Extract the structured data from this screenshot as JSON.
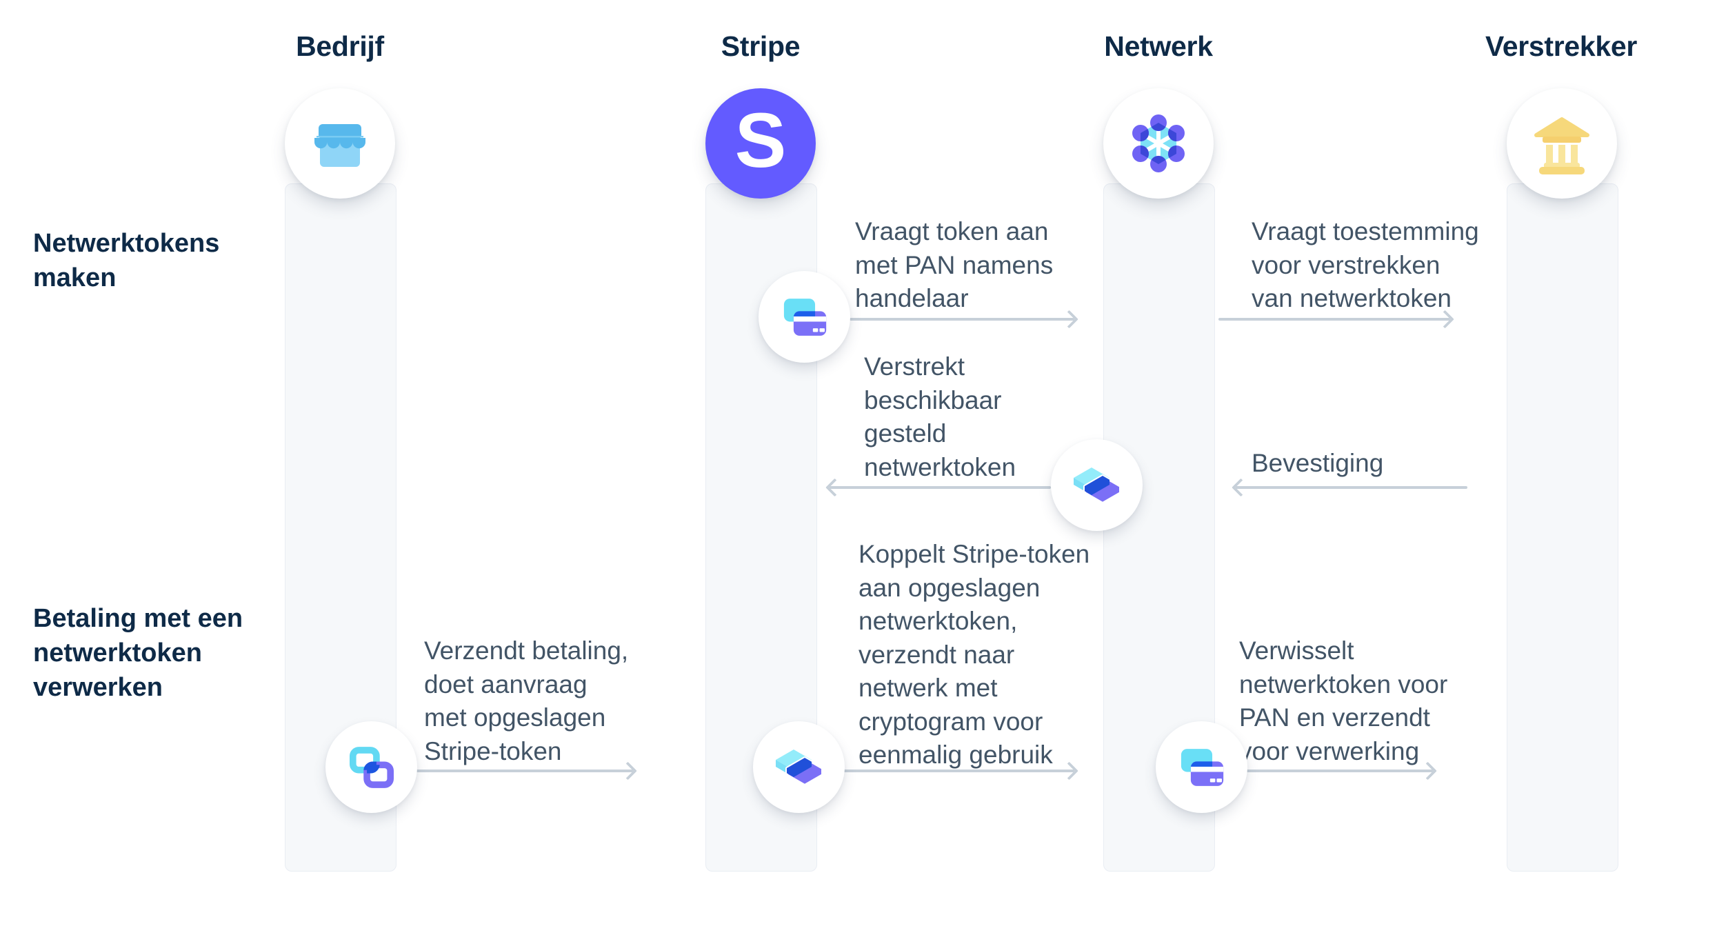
{
  "phases": {
    "create": {
      "label": "Netwerktokens\nmaken"
    },
    "process": {
      "label": "Betaling met een\nnetwerktoken\nverwerken"
    }
  },
  "actors": {
    "bedrijf": {
      "label": "Bedrijf",
      "icon": "storefront-icon"
    },
    "stripe": {
      "label": "Stripe",
      "icon": "stripe-logo",
      "logo_letter": "S"
    },
    "netwerk": {
      "label": "Netwerk",
      "icon": "network-nodes-icon"
    },
    "verstrekker": {
      "label": "Verstrekker",
      "icon": "bank-icon"
    }
  },
  "messages": {
    "m1": {
      "from": "stripe",
      "to": "netwerk",
      "direction": "right",
      "icon": "credit-card-icon",
      "text": "Vraagt token aan\nmet PAN namens\nhandelaar"
    },
    "m2": {
      "from": "netwerk",
      "to": "verstrekker",
      "direction": "right",
      "icon": null,
      "text": "Vraagt toestemming\nvoor verstrekken\nvan netwerktoken"
    },
    "m3": {
      "from": "netwerk",
      "to": "stripe",
      "direction": "left",
      "icon": "token-box-icon",
      "text": "Verstrekt\nbeschikbaar\ngesteld\nnetwerktoken"
    },
    "m4": {
      "from": "verstrekker",
      "to": "netwerk",
      "direction": "left",
      "icon": null,
      "text": "Bevestiging"
    },
    "m5": {
      "from": "bedrijf",
      "to": "stripe",
      "direction": "right",
      "icon": "link-squares-icon",
      "text": "Verzendt betaling,\ndoet aanvraag\nmet opgeslagen\nStripe-token"
    },
    "m6": {
      "from": "stripe",
      "to": "netwerk",
      "direction": "right",
      "icon": "token-box-icon",
      "text": "Koppelt Stripe-token\naan opgeslagen\nnetwerktoken,\nverzendt naar\nnetwerk met\ncryptogram voor\neenmalig gebruik"
    },
    "m7": {
      "from": "netwerk",
      "to": "verstrekker",
      "direction": "right",
      "icon": "credit-card-icon",
      "text": "Verwisselt\nnetwerktoken voor\nPAN en verzendt\nvoor verwerking"
    }
  },
  "colors": {
    "navy": "#0e2a47",
    "slate": "#425466",
    "arrow": "#c7d0d9",
    "lane-bg": "#f6f8fa",
    "lane-border": "#e9edf3",
    "stripe-purple": "#635bff"
  }
}
